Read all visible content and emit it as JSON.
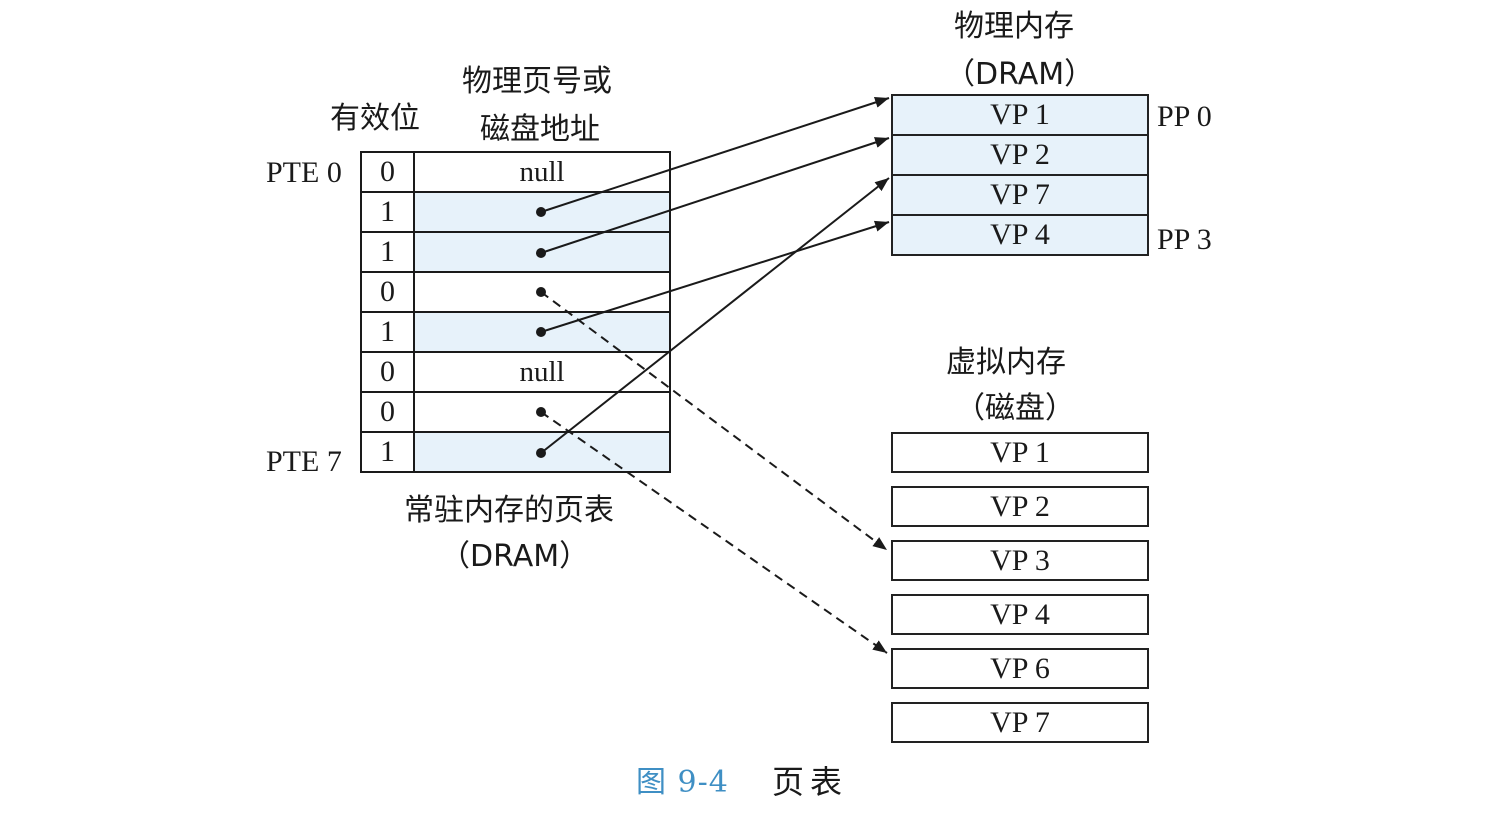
{
  "page_table": {
    "valid_header": "有效位",
    "addr_header_line1": "物理页号或",
    "addr_header_line2": "磁盘地址",
    "pte_first_label": "PTE 0",
    "pte_last_label": "PTE 7",
    "caption_line1": "常驻内存的页表",
    "caption_line2": "（DRAM）",
    "rows": [
      {
        "valid": "0",
        "addr": "null"
      },
      {
        "valid": "1",
        "addr": ""
      },
      {
        "valid": "1",
        "addr": ""
      },
      {
        "valid": "0",
        "addr": ""
      },
      {
        "valid": "1",
        "addr": ""
      },
      {
        "valid": "0",
        "addr": "null"
      },
      {
        "valid": "0",
        "addr": ""
      },
      {
        "valid": "1",
        "addr": ""
      }
    ]
  },
  "physical_memory": {
    "title_line1": "物理内存",
    "title_line2": "（DRAM）",
    "pages": [
      "VP 1",
      "VP 2",
      "VP 7",
      "VP 4"
    ],
    "first_label": "PP 0",
    "last_label": "PP 3"
  },
  "virtual_memory": {
    "title_line1": "虚拟内存",
    "title_line2": "（磁盘）",
    "pages": [
      "VP 1",
      "VP 2",
      "VP 3",
      "VP 4",
      "VP 6",
      "VP 7"
    ]
  },
  "figure_caption": {
    "number": "图 9-4",
    "title": "页表"
  },
  "colors": {
    "caption_number": "#3f8fc4",
    "shade": "#e7f2fa",
    "ink": "#1a1a1a"
  }
}
